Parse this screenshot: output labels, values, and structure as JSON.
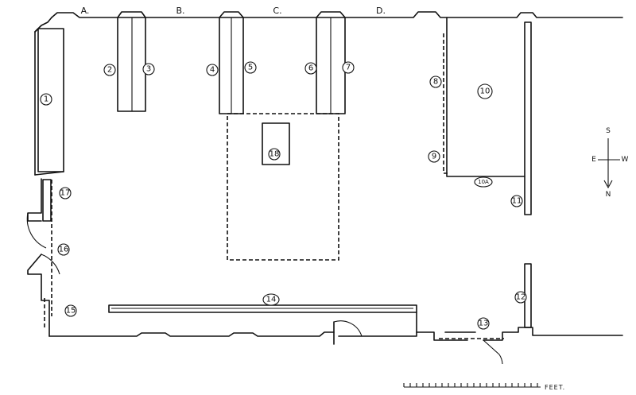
{
  "columns": [
    "A.",
    "B.",
    "C.",
    "D."
  ],
  "labels": {
    "n1": "1",
    "n2": "2",
    "n3": "3",
    "n4": "4",
    "n5": "5",
    "n6": "6",
    "n7": "7",
    "n8": "8",
    "n9": "9",
    "n10": "10",
    "n10a": "10A",
    "n11": "11",
    "n12": "12",
    "n13": "13",
    "n14": "14",
    "n15": "15",
    "n16": "16",
    "n17": "17",
    "n18": "18"
  },
  "compass": {
    "s": "S",
    "e": "E",
    "w": "W",
    "n": "N"
  },
  "scale": {
    "unit": "FEET."
  }
}
